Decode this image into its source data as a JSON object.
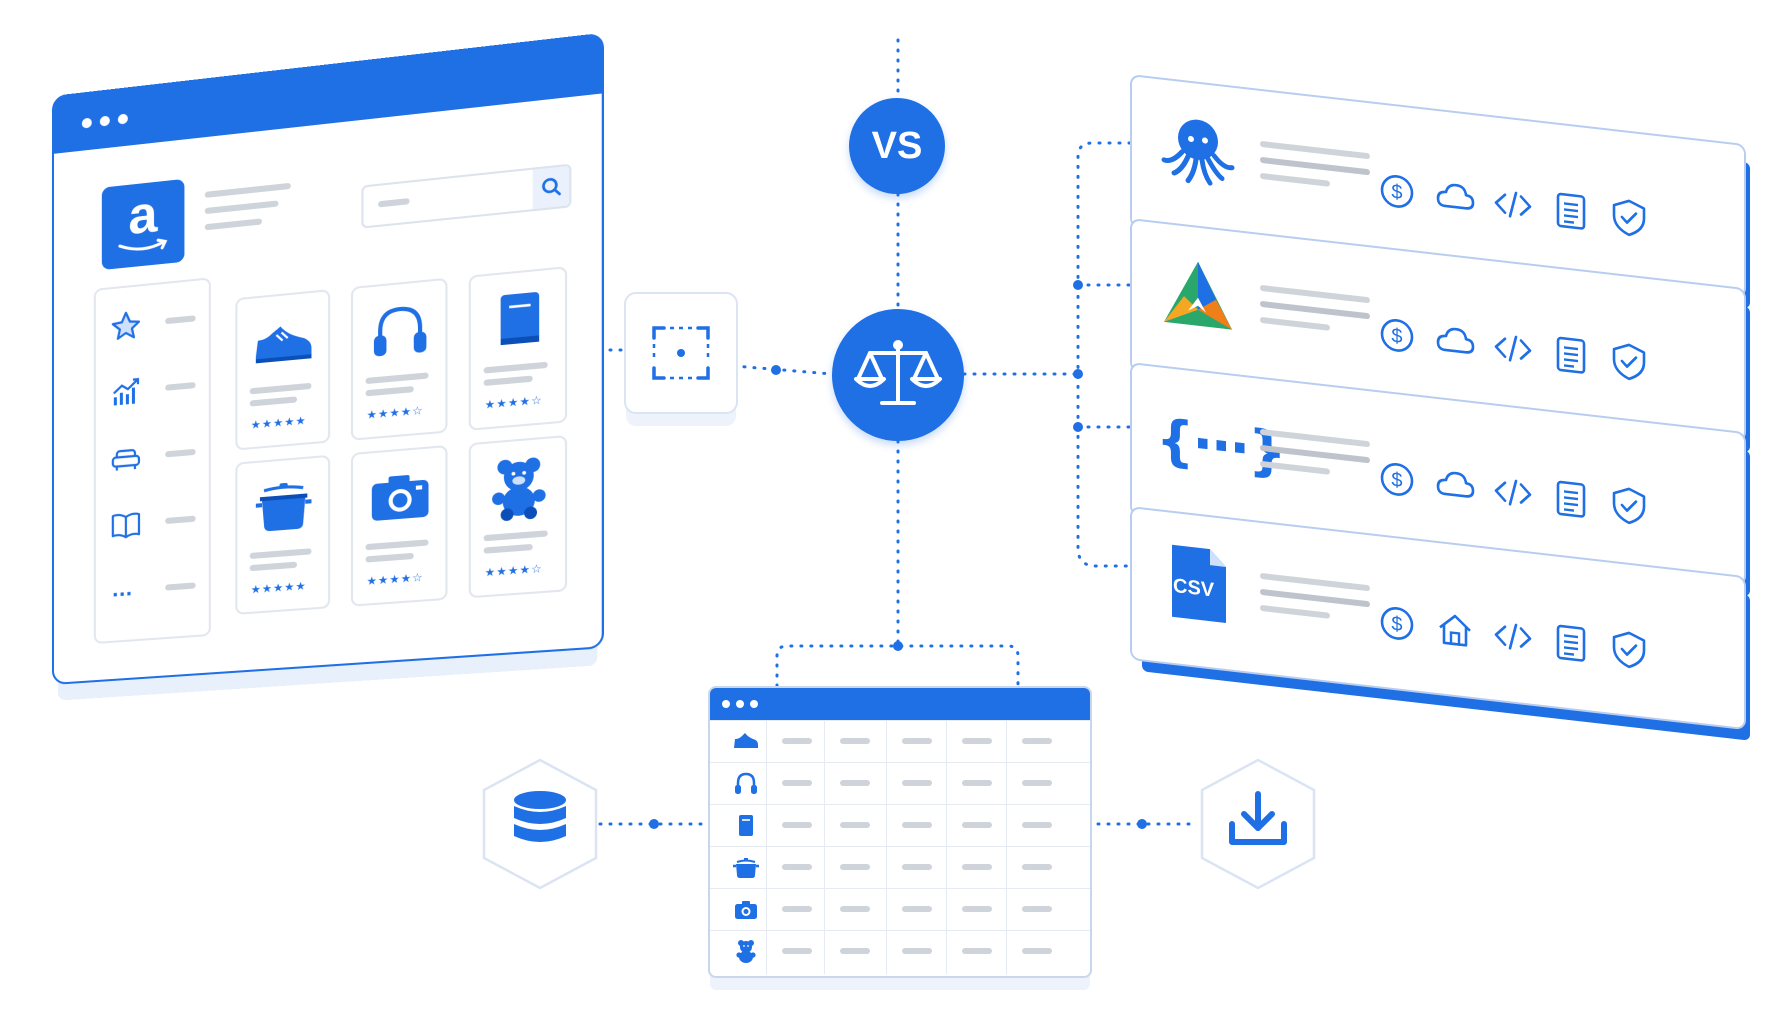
{
  "store": {
    "logo_letter": "a",
    "sidebar": [
      {
        "icon": "star-icon"
      },
      {
        "icon": "trending-chart-icon"
      },
      {
        "icon": "sofa-icon"
      },
      {
        "icon": "open-book-icon"
      },
      {
        "icon": "more-icon",
        "label": "..."
      }
    ],
    "products": [
      {
        "icon": "shoe-icon",
        "stars": "★★★★★"
      },
      {
        "icon": "headphones-icon",
        "stars": "★★★★☆"
      },
      {
        "icon": "book-icon",
        "stars": "★★★★☆"
      },
      {
        "icon": "cooking-pot-icon",
        "stars": "★★★★★"
      },
      {
        "icon": "camera-icon",
        "stars": "★★★★☆"
      },
      {
        "icon": "teddy-bear-icon",
        "stars": "★★★★☆"
      }
    ],
    "search_icon": "search-icon"
  },
  "center": {
    "vs_label": "VS",
    "scale_icon": "balance-scale-icon",
    "capture_icon": "capture-frame-icon"
  },
  "tools": [
    {
      "logo": "octopus-logo",
      "features": [
        "dollar-icon",
        "cloud-icon",
        "code-icon",
        "document-icon",
        "shield-check-icon"
      ]
    },
    {
      "logo": "triangle-mountain-logo",
      "features": [
        "dollar-icon",
        "cloud-icon",
        "code-icon",
        "document-icon",
        "shield-check-icon"
      ]
    },
    {
      "logo": "curly-braces-logo",
      "logo_text": "{···}",
      "features": [
        "dollar-icon",
        "cloud-icon",
        "code-icon",
        "document-icon",
        "shield-check-icon"
      ]
    },
    {
      "logo": "csv-file-logo",
      "logo_text": "CSV",
      "features": [
        "dollar-icon",
        "home-icon",
        "code-icon",
        "document-icon",
        "shield-check-icon"
      ]
    }
  ],
  "table": {
    "row_icons": [
      "shoe-icon",
      "headphones-icon",
      "book-icon",
      "cooking-pot-icon",
      "camera-icon",
      "teddy-bear-icon"
    ]
  },
  "outputs": {
    "left": "database-icon",
    "right": "download-icon"
  },
  "colors": {
    "accent": "#1f6fe5",
    "placeholder": "#cfd3da",
    "border": "#e2e6ee"
  }
}
